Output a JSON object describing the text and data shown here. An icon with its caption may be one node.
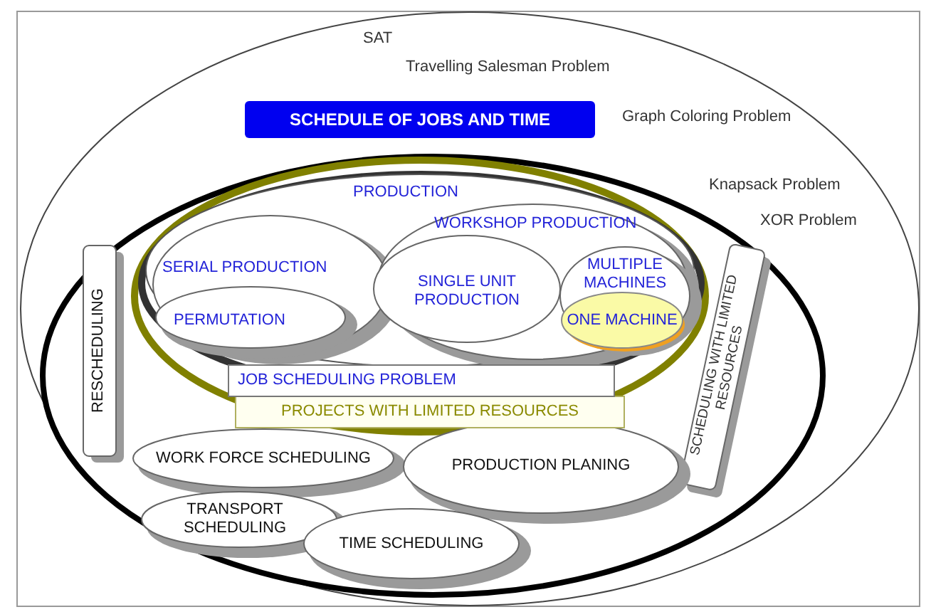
{
  "diagram": {
    "nodes": [
      {
        "text": [
          "SAT",
          "Travelling Salesman Problem",
          "Graph Coloring Problem",
          "Knapsack Problem",
          "XOR Problem"
        ]
      },
      {
        "text": [
          "SCHEDULE OF JOBS AND TIME"
        ],
        "in": 0
      },
      {
        "text": [
          "PROJECTS WITH LIMITED RESOURCES"
        ],
        "in": 1
      },
      {
        "text": [
          "JOB SCHEDULING PROBLEM"
        ],
        "in": 2
      },
      {
        "text": [
          "PRODUCTION"
        ],
        "in": 3
      },
      {
        "text": [
          "SERIAL PRODUCTION"
        ],
        "in": 4
      },
      {
        "text": [
          "PERMUTATION"
        ],
        "in": 5
      },
      {
        "text": [
          "WORKSHOP PRODUCTION"
        ],
        "in": 4
      },
      {
        "text": [
          "SINGLE UNIT PRODUCTION"
        ],
        "in": 7
      },
      {
        "text": [
          "MULTIPLE MACHINES"
        ],
        "in": 7
      },
      {
        "text": [
          "ONE MACHINE"
        ],
        "in": 9
      },
      {
        "text": [
          "RESCHEDULING"
        ],
        "in": 1
      },
      {
        "text": [
          "SCHEDULING WITH LIMITED RESOURCES"
        ],
        "in": 1
      },
      {
        "text": [
          "WORK FORCE SCHEDULING"
        ],
        "in": 1
      },
      {
        "text": [
          "PRODUCTION PLANING"
        ],
        "in": 1
      },
      {
        "text": [
          "TRANSPORT SCHEDULING"
        ],
        "in": 1
      },
      {
        "text": [
          "TIME SCHEDULING"
        ],
        "in": 1
      }
    ]
  }
}
